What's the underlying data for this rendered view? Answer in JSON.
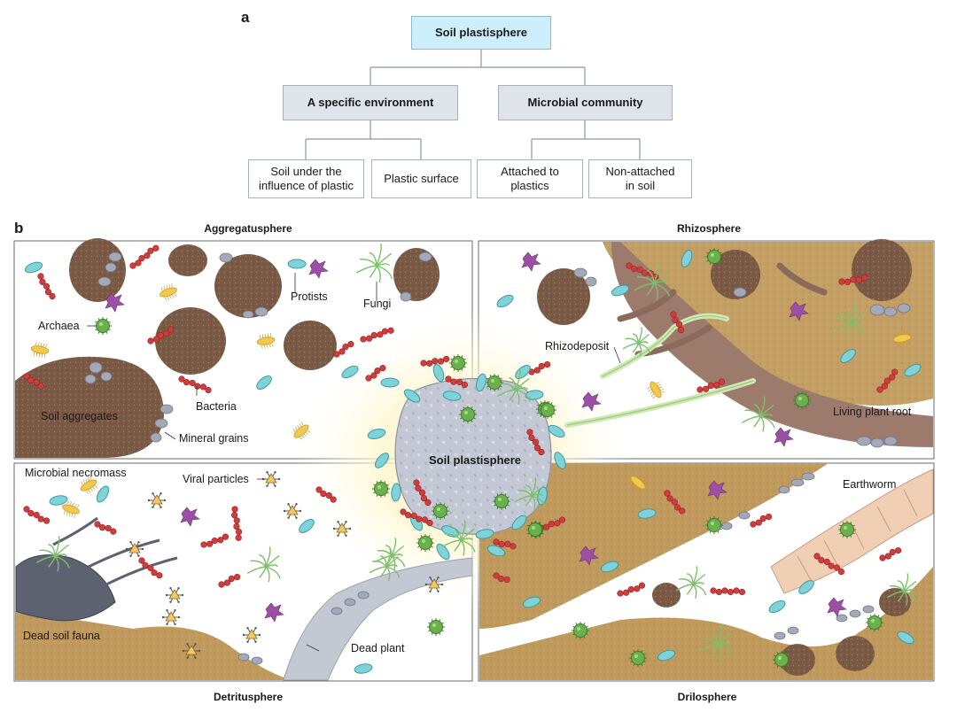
{
  "panel_a": {
    "letter": "a",
    "root": "Soil plastisphere",
    "branches": [
      {
        "label": "A specific environment",
        "children": [
          "Soil under the\ninfluence of plastic",
          "Plastic surface"
        ]
      },
      {
        "label": "Microbial community",
        "children": [
          "Attached to\nplastics",
          "Non-attached\nin soil"
        ]
      }
    ]
  },
  "panel_b": {
    "letter": "b",
    "quadrants": {
      "aggregatusphere": "Aggregatusphere",
      "rhizosphere": "Rhizosphere",
      "detritusphere": "Detritusphere",
      "drilosphere": "Drilosphere"
    },
    "center_label": "Soil plastisphere",
    "labels": {
      "protists": "Protists",
      "fungi": "Fungi",
      "archaea": "Archaea",
      "bacteria": "Bacteria",
      "soil_aggregates": "Soil aggregates",
      "mineral_grains": "Mineral grains",
      "rhizodeposit": "Rhizodeposit",
      "living_plant_root": "Living plant root",
      "microbial_necromass": "Microbial necromass",
      "viral_particles": "Viral particles",
      "dead_soil_fauna": "Dead soil fauna",
      "dead_plant": "Dead plant",
      "earthworm": "Earthworm"
    }
  },
  "colors": {
    "root_box": "#cdeffb",
    "branch_box": "#dfe3ea",
    "soil_brown": "#b8955a",
    "aggregate_brown": "#7a5a44",
    "root_brown": "#9c7b6d",
    "plastic_grey": "#b9bfcc",
    "bacteria_red": "#d23c3c",
    "archaea_green": "#6ab04c",
    "fungi_green": "#7cc06a",
    "protist_teal": "#7fd3d8",
    "protist_purple": "#9b4fa5",
    "glow_yellow": "#fff3b0"
  }
}
